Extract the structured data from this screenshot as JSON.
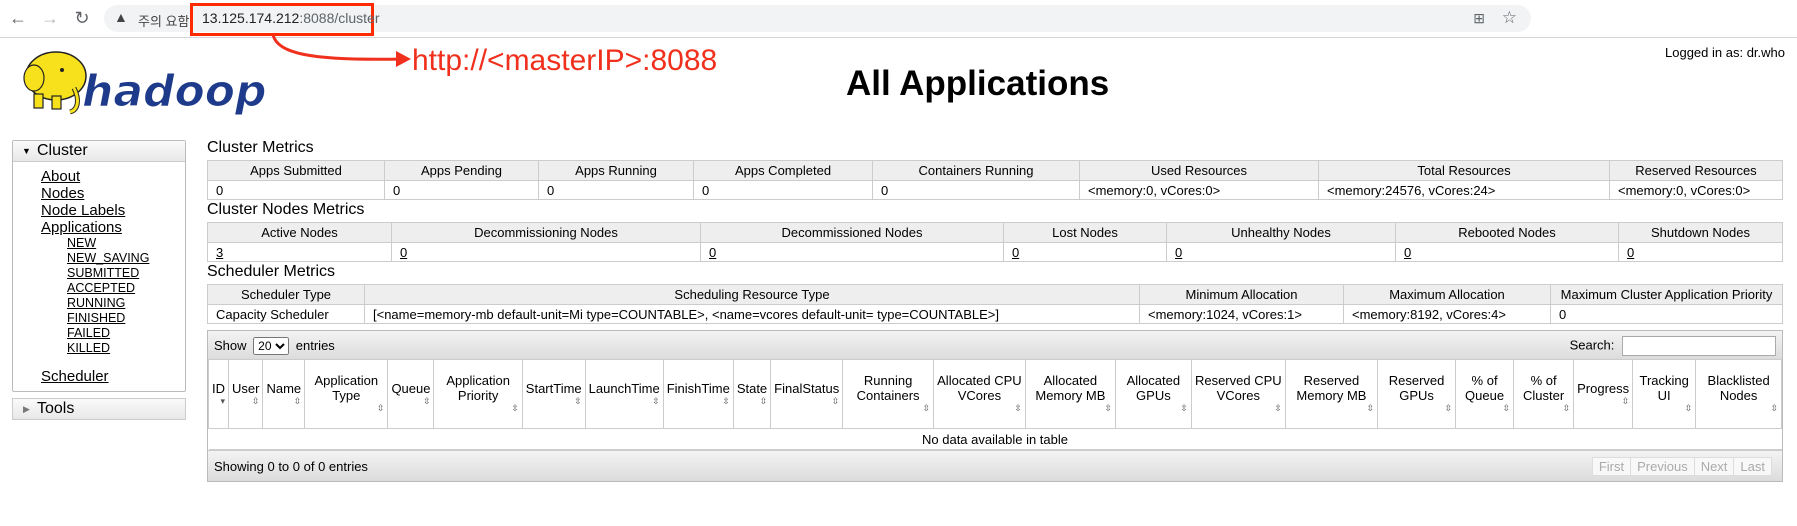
{
  "browser": {
    "warning_text": "주의 요함",
    "url_host": "13.125.174.212",
    "url_rest": ":8088/cluster"
  },
  "annotation": {
    "text": "http://<masterIP>:8088",
    "color": "#f0301c"
  },
  "header": {
    "logo_text": "hadoop",
    "logged_in": "Logged in as: dr.who",
    "title": "All Applications"
  },
  "sidebar": {
    "cluster_label": "Cluster",
    "items": [
      "About",
      "Nodes",
      "Node Labels",
      "Applications"
    ],
    "app_states": [
      "NEW",
      "NEW_SAVING",
      "SUBMITTED",
      "ACCEPTED",
      "RUNNING",
      "FINISHED",
      "FAILED",
      "KILLED"
    ],
    "scheduler_label": "Scheduler",
    "tools_label": "Tools"
  },
  "cluster_metrics": {
    "title": "Cluster Metrics",
    "headers": [
      "Apps Submitted",
      "Apps Pending",
      "Apps Running",
      "Apps Completed",
      "Containers Running",
      "Used Resources",
      "Total Resources",
      "Reserved Resources"
    ],
    "values": [
      "0",
      "0",
      "0",
      "0",
      "0",
      "<memory:0, vCores:0>",
      "<memory:24576, vCores:24>",
      "<memory:0, vCores:0>"
    ]
  },
  "node_metrics": {
    "title": "Cluster Nodes Metrics",
    "headers": [
      "Active Nodes",
      "Decommissioning Nodes",
      "Decommissioned Nodes",
      "Lost Nodes",
      "Unhealthy Nodes",
      "Rebooted Nodes",
      "Shutdown Nodes"
    ],
    "values": [
      "3",
      "0",
      "0",
      "0",
      "0",
      "0",
      "0"
    ]
  },
  "scheduler_metrics": {
    "title": "Scheduler Metrics",
    "headers": [
      "Scheduler Type",
      "Scheduling Resource Type",
      "Minimum Allocation",
      "Maximum Allocation",
      "Maximum Cluster Application Priority"
    ],
    "values": [
      "Capacity Scheduler",
      "[<name=memory-mb default-unit=Mi type=COUNTABLE>, <name=vcores default-unit= type=COUNTABLE>]",
      "<memory:1024, vCores:1>",
      "<memory:8192, vCores:4>",
      "0"
    ]
  },
  "apps_table": {
    "show_label": "Show",
    "entries_value": "20",
    "entries_label": "entries",
    "search_label": "Search:",
    "columns": [
      "ID",
      "User",
      "Name",
      "Application Type",
      "Queue",
      "Application Priority",
      "StartTime",
      "LaunchTime",
      "FinishTime",
      "State",
      "FinalStatus",
      "Running Containers",
      "Allocated CPU VCores",
      "Allocated Memory MB",
      "Allocated GPUs",
      "Reserved CPU VCores",
      "Reserved Memory MB",
      "Reserved GPUs",
      "% of Queue",
      "% of Cluster",
      "Progress",
      "Tracking UI",
      "Blacklisted Nodes"
    ],
    "empty_text": "No data available in table",
    "info_text": "Showing 0 to 0 of 0 entries",
    "pager": [
      "First",
      "Previous",
      "Next",
      "Last"
    ]
  }
}
